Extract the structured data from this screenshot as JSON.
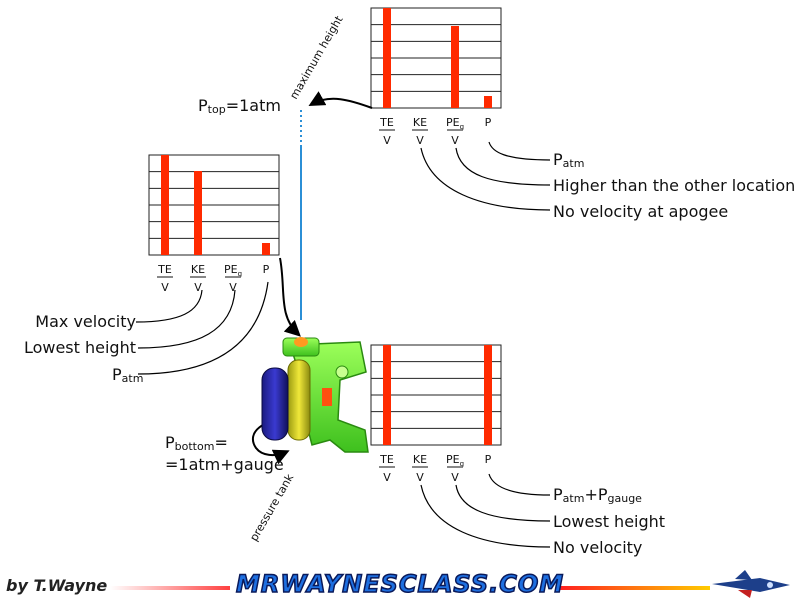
{
  "charts": [
    {
      "id": "apex",
      "categories": [
        {
          "top": "TE",
          "sub": "",
          "bottom": "V",
          "value": 1.0
        },
        {
          "top": "KE",
          "sub": "",
          "bottom": "V",
          "value": 0.0
        },
        {
          "top": "PE",
          "sub": "g",
          "bottom": "V",
          "value": 0.82
        },
        {
          "top": "P",
          "sub": "",
          "bottom": "",
          "value": 0.12
        }
      ],
      "notes": [
        {
          "text": "P",
          "sub": "atm",
          "tail": ""
        },
        {
          "text": "Higher than the other location",
          "sub": "",
          "tail": ""
        },
        {
          "text": "No velocity at apogee",
          "sub": "",
          "tail": ""
        }
      ]
    },
    {
      "id": "middle",
      "categories": [
        {
          "top": "TE",
          "sub": "",
          "bottom": "V",
          "value": 1.0
        },
        {
          "top": "KE",
          "sub": "",
          "bottom": "V",
          "value": 0.84
        },
        {
          "top": "PE",
          "sub": "g",
          "bottom": "V",
          "value": 0.0
        },
        {
          "top": "P",
          "sub": "",
          "bottom": "",
          "value": 0.12
        }
      ],
      "notes": [
        {
          "text": "Max velocity",
          "sub": "",
          "tail": ""
        },
        {
          "text": "Lowest height",
          "sub": "",
          "tail": ""
        },
        {
          "text": "P",
          "sub": "atm",
          "tail": ""
        }
      ]
    },
    {
      "id": "bottom",
      "categories": [
        {
          "top": "TE",
          "sub": "",
          "bottom": "V",
          "value": 1.0
        },
        {
          "top": "KE",
          "sub": "",
          "bottom": "V",
          "value": 0.0
        },
        {
          "top": "PE",
          "sub": "g",
          "bottom": "V",
          "value": 0.0
        },
        {
          "top": "P",
          "sub": "",
          "bottom": "",
          "value": 1.0
        }
      ],
      "notes": [
        {
          "text": "P",
          "sub": "atm",
          "tail": "+P",
          "sub2": "gauge"
        },
        {
          "text": "Lowest height",
          "sub": "",
          "tail": ""
        },
        {
          "text": "No velocity",
          "sub": "",
          "tail": ""
        }
      ]
    }
  ],
  "labels": {
    "p_top": {
      "main": "P",
      "sub": "top",
      "tail": "=1atm"
    },
    "p_bottom_line1": {
      "main": "P",
      "sub": "bottom",
      "tail": "="
    },
    "p_bottom_line2": "=1atm+gauge",
    "max_height": "maximum height",
    "pressure_tank": "pressure tank"
  },
  "footer": {
    "credit": "by T.Wayne",
    "site": "MRWAYNESCLASS.COM"
  },
  "colors": {
    "bar": "#ff2a00",
    "water": "#2b8fd6",
    "grid": "#222222"
  }
}
